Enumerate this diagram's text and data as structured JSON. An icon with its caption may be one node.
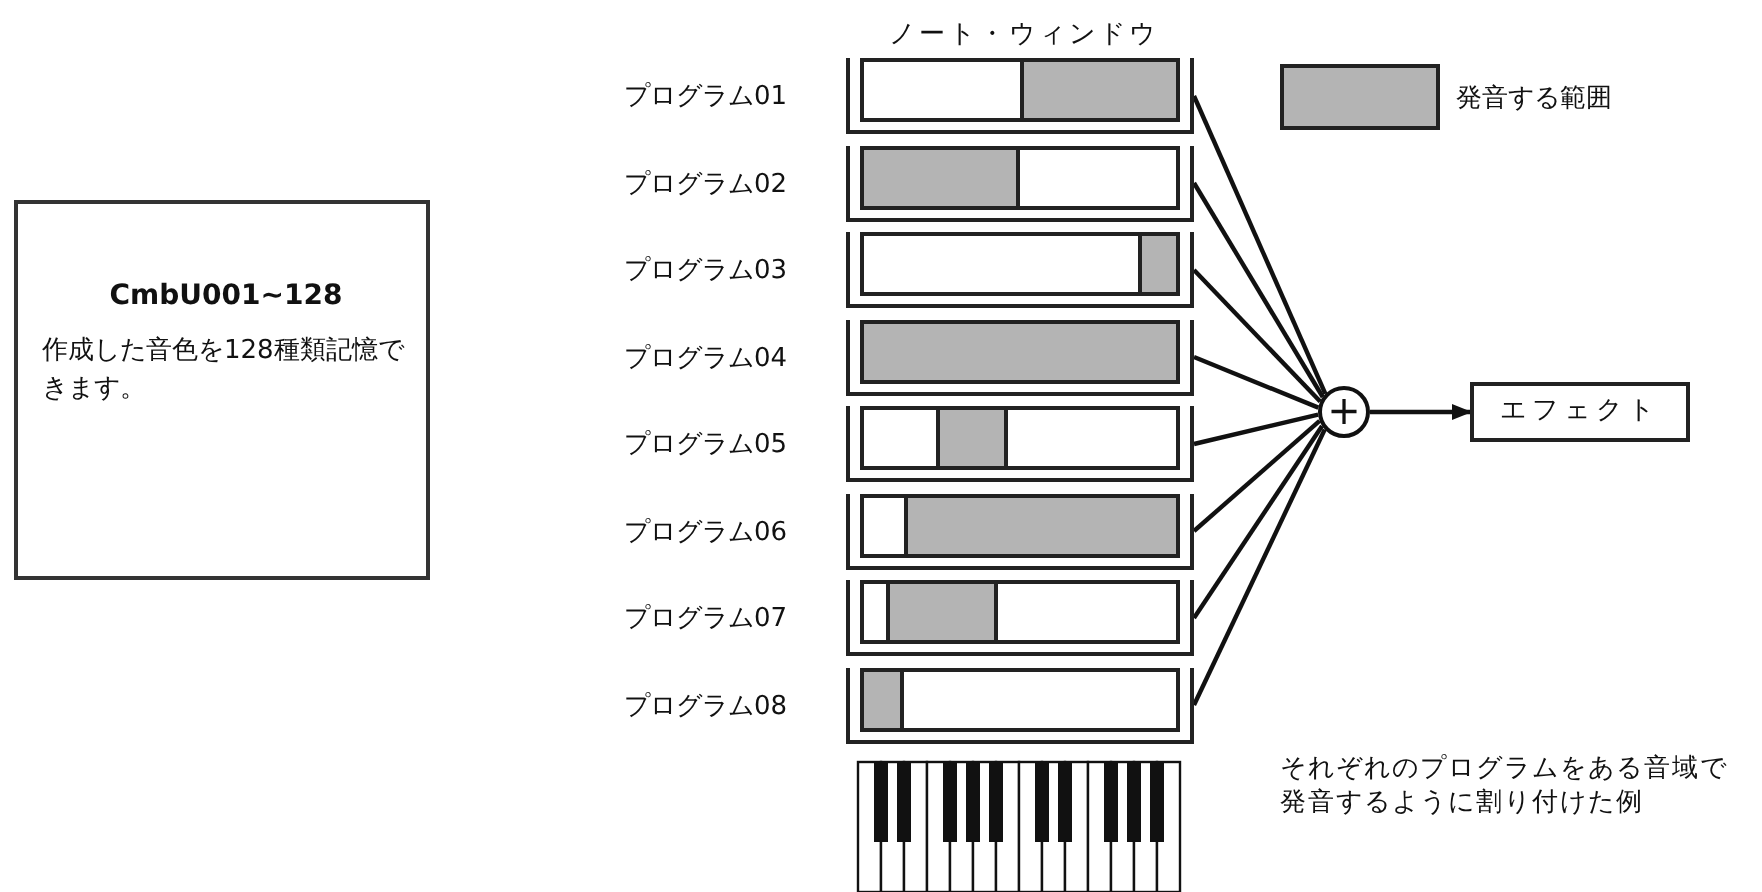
{
  "diagram": {
    "nodes": [
      {
        "text": [
          "CmbU001~128",
          "作成した音色を128種類記憶できます。"
        ]
      },
      {
        "text": [],
        "shape": "bar",
        "beside": [
          "プログラム01"
        ]
      },
      {
        "text": [],
        "shape": "bar",
        "beside": [
          "プログラム02"
        ]
      },
      {
        "text": [],
        "shape": "bar",
        "beside": [
          "プログラム03"
        ]
      },
      {
        "text": [],
        "shape": "bar",
        "beside": [
          "プログラム04"
        ]
      },
      {
        "text": [],
        "shape": "bar",
        "beside": [
          "プログラム05"
        ]
      },
      {
        "text": [],
        "shape": "bar",
        "beside": [
          "プログラム06"
        ]
      },
      {
        "text": [],
        "shape": "bar",
        "beside": [
          "プログラム07"
        ]
      },
      {
        "text": [],
        "shape": "bar",
        "beside": [
          "プログラム08"
        ]
      },
      {
        "text": [
          "+"
        ]
      },
      {
        "text": [
          "エフェクト"
        ]
      }
    ],
    "edges": [
      {
        "from": 1,
        "to": 9,
        "arrow": "none"
      },
      {
        "from": 2,
        "to": 9,
        "arrow": "none"
      },
      {
        "from": 3,
        "to": 9,
        "arrow": "none"
      },
      {
        "from": 4,
        "to": 9,
        "arrow": "none"
      },
      {
        "from": 5,
        "to": 9,
        "arrow": "none"
      },
      {
        "from": 6,
        "to": 9,
        "arrow": "none"
      },
      {
        "from": 7,
        "to": 9,
        "arrow": "none"
      },
      {
        "from": 8,
        "to": 9,
        "arrow": "none"
      },
      {
        "from": 9,
        "to": 10,
        "arrow": "to"
      }
    ],
    "labels": [
      "ノート・ウィンドウ",
      "それぞれのプログラムをある音域で発音するように割り付けた例"
    ],
    "legend": [
      {
        "text": "発音する範囲",
        "color": "#b4b4b4"
      }
    ]
  }
}
